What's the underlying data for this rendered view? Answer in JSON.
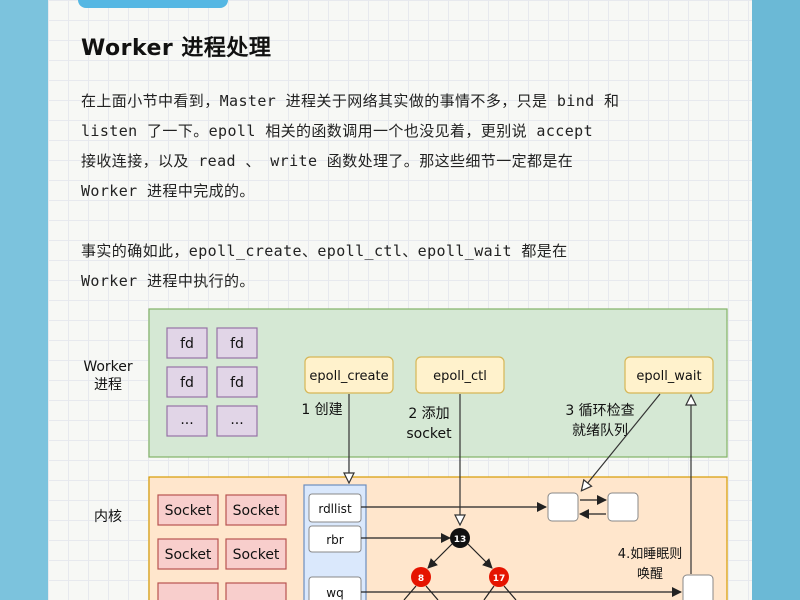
{
  "section_title": "Worker 进程处理",
  "paragraph1": [
    "在上面小节中看到，Master 进程关于网络其实做的事情不多，只是 bind 和",
    " listen 了一下。epoll 相关的函数调用一个也没见着，更别说 accept",
    "接收连接，以及 read 、 write 函数处理了。那这些细节一定都是在",
    "Worker 进程中完成的。"
  ],
  "paragraph2": [
    "事实的确如此，epoll_create、epoll_ctl、epoll_wait 都是在",
    "Worker 进程中执行的。"
  ],
  "diagram": {
    "worker_label": [
      "Worker",
      "进程"
    ],
    "kernel_label": "内核",
    "fd_label": "fd",
    "ellipsis": "...",
    "socket_label": "Socket",
    "funcs": {
      "create": "epoll_create",
      "ctl": "epoll_ctl",
      "wait": "epoll_wait"
    },
    "steps": {
      "s1": "1 创建",
      "s2a": "2 添加",
      "s2b": "socket",
      "s3a": "3 循环检查",
      "s3b": "就绪队列",
      "s4a": "4.如睡眠则",
      "s4b": "唤醒"
    },
    "eventpoll_fields": [
      "rdllist",
      "rbr",
      "wq"
    ],
    "tree_nodes": [
      "13",
      "8",
      "17"
    ],
    "colors": {
      "worker_bg": "#d5e8d4",
      "worker_border": "#82b366",
      "kernel_bg": "#ffe6cc",
      "kernel_border": "#d79b00",
      "fd_fill": "#e1d5e7",
      "fd_border": "#9673a6",
      "socket_fill": "#f8cecc",
      "socket_border": "#b85450",
      "func_fill": "#fff2cc",
      "func_border": "#d6b656",
      "eventpoll_fill": "#dae8fc",
      "eventpoll_border": "#6c8ebf",
      "node_black": "#111111",
      "node_red": "#e51400"
    }
  }
}
